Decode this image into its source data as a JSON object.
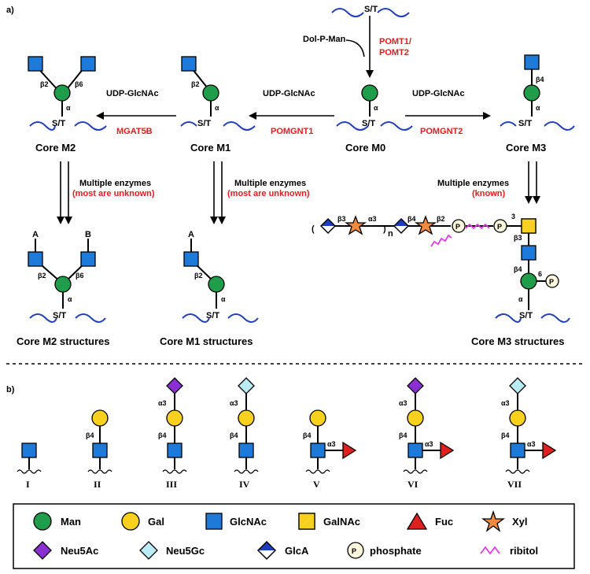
{
  "panel_a_label": "a)",
  "panel_b_label": "b)",
  "peptide_label": "S/T",
  "donor": "Dol-P-Man",
  "enzymes": {
    "pomt": "POMT1/",
    "pomt2": "POMT2",
    "pomgnt1": "POMGNT1",
    "pomgnt2": "POMGNT2",
    "mgat5b": "MGAT5B"
  },
  "udp_glcnac": "UDP-GlcNAc",
  "multiple_enzymes": "Multiple enzymes",
  "most_unknown": "(most are unknown)",
  "known": "(known)",
  "cores": {
    "m0": "Core M0",
    "m1": "Core M1",
    "m2": "Core M2",
    "m3": "Core M3"
  },
  "structures": {
    "m1": "Core M1 structures",
    "m2": "Core M2 structures",
    "m3": "Core M3 structures"
  },
  "linkages": {
    "alpha": "α",
    "b2": "β2",
    "b6": "β6",
    "b4": "β4",
    "b3": "β3",
    "a3": "α3",
    "pos3": "3",
    "pos6": "6",
    "n": "n",
    "paren_open": "(",
    "paren_close": ")"
  },
  "branch_labels": {
    "a": "A",
    "b": "B"
  },
  "phosphate_symbol": "P",
  "roman": [
    "I",
    "II",
    "III",
    "IV",
    "V",
    "VI",
    "VII"
  ],
  "legend": [
    {
      "key": "man",
      "label": "Man"
    },
    {
      "key": "gal",
      "label": "Gal"
    },
    {
      "key": "glcnac",
      "label": "GlcNAc"
    },
    {
      "key": "galnac",
      "label": "GalNAc"
    },
    {
      "key": "fuc",
      "label": "Fuc"
    },
    {
      "key": "xyl",
      "label": "Xyl"
    },
    {
      "key": "neu5ac",
      "label": "Neu5Ac"
    },
    {
      "key": "neu5gc",
      "label": "Neu5Gc"
    },
    {
      "key": "glca",
      "label": "GlcA"
    },
    {
      "key": "phosphate",
      "label": "phosphate"
    },
    {
      "key": "ribitol",
      "label": "ribitol"
    }
  ],
  "colors": {
    "man": "#1e9e4a",
    "gal": "#f7d11e",
    "glcnac": "#1d7ad8",
    "fuc": "#e01f1f",
    "neu5ac": "#8a2fd1",
    "neu5gc": "#b9ecf4",
    "xyl": "#f08a3c",
    "ribitol": "#e23ce2",
    "peptide": "#1f3fbf",
    "enzyme_text": "#e8191d"
  }
}
